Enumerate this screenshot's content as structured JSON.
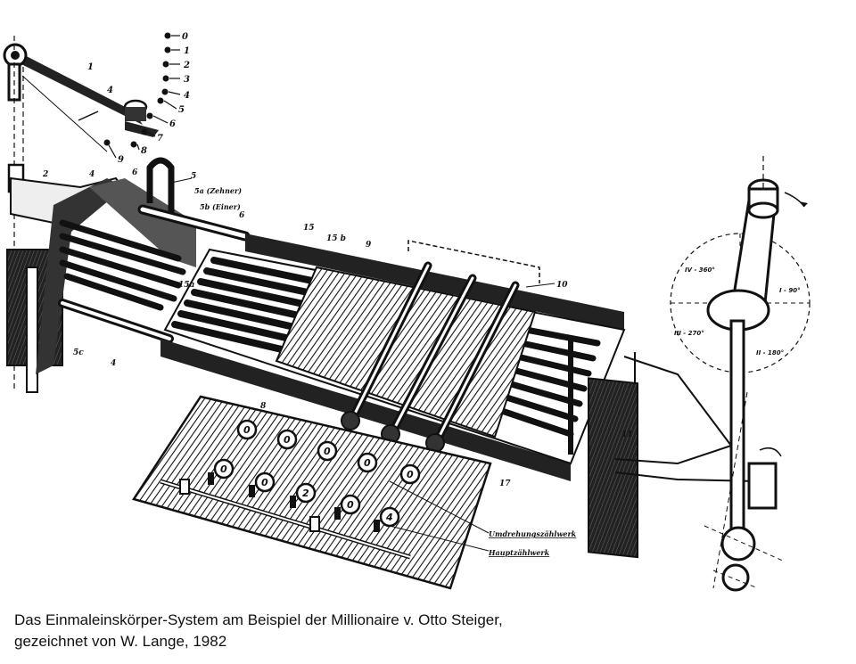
{
  "caption": {
    "line1": "Das Einmaleinskörper-System am Beispiel der Millionaire v. Otto Steiger,",
    "line2": "gezeichnet von W. Lange, 1982"
  },
  "labels": {
    "lever": "1",
    "lever_arrow": "4",
    "key_legend": [
      "0",
      "1",
      "2",
      "3",
      "4",
      "5",
      "6",
      "7",
      "8",
      "9"
    ],
    "frame_2": "2",
    "frame_4": "4",
    "frame_6a": "6",
    "hook_5": "5",
    "sa": "5a (Zehner)",
    "sb": "5b (Einer)",
    "rod_6": "6",
    "num_15": "15",
    "num_15b": "15 b",
    "num_9": "9",
    "num_10": "10",
    "num_15a": "15a",
    "num_5c": "5c",
    "num_4b": "4",
    "num_8": "8",
    "num_11": "11",
    "num_17": "17",
    "umdrehungszaehlwerk": "Umdrehungszählwerk",
    "hauptzaehlwerk": "Hauptzählwerk"
  },
  "dials_upper": [
    "0",
    "0",
    "0",
    "0",
    "0"
  ],
  "dials_lower": [
    "0",
    "0",
    "2",
    "0",
    "4"
  ],
  "crank_quadrants": [
    "IV - 360°",
    "I - 90°",
    "III - 270°",
    "II - 180°"
  ]
}
